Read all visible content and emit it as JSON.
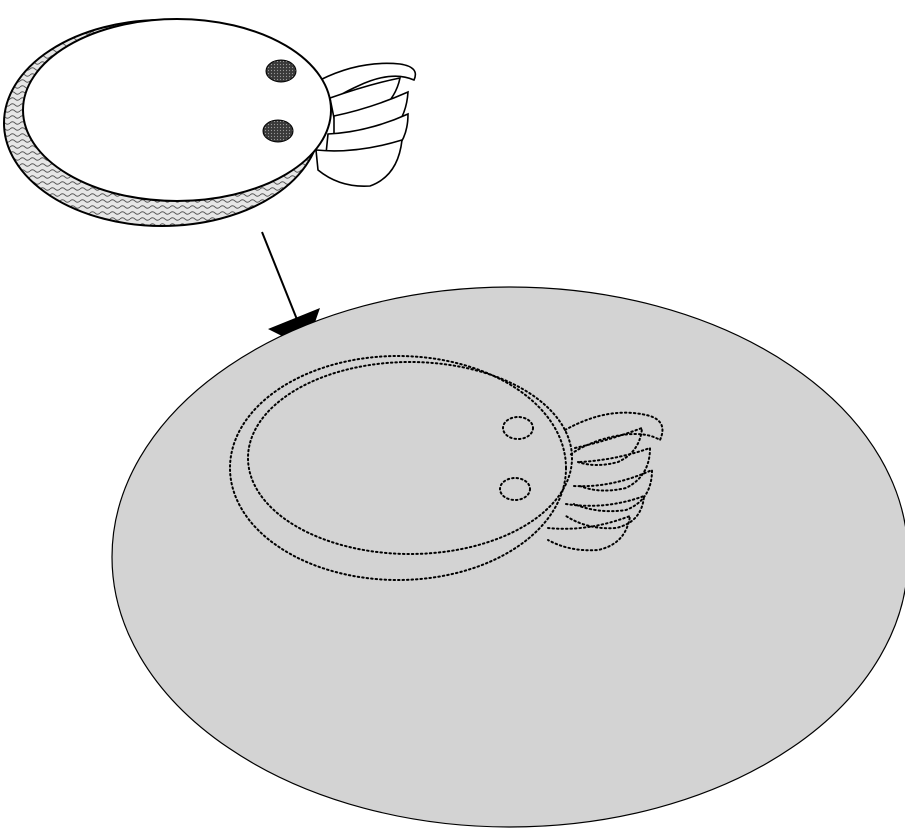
{
  "diagram": {
    "text_labels": [],
    "elements": [
      "creature-with-textured-rim",
      "creature-body",
      "upper-eye",
      "lower-eye",
      "frontal-claw-appendages",
      "downward-arrow",
      "grey-oval-surface",
      "dotted-creature-imprint"
    ]
  },
  "colors": {
    "background": "#ffffff",
    "surface_fill": "#d3d3d3",
    "outline": "#000000",
    "texture_fill": "#cfcfcf",
    "eye_fill": "#2a2a2a"
  }
}
